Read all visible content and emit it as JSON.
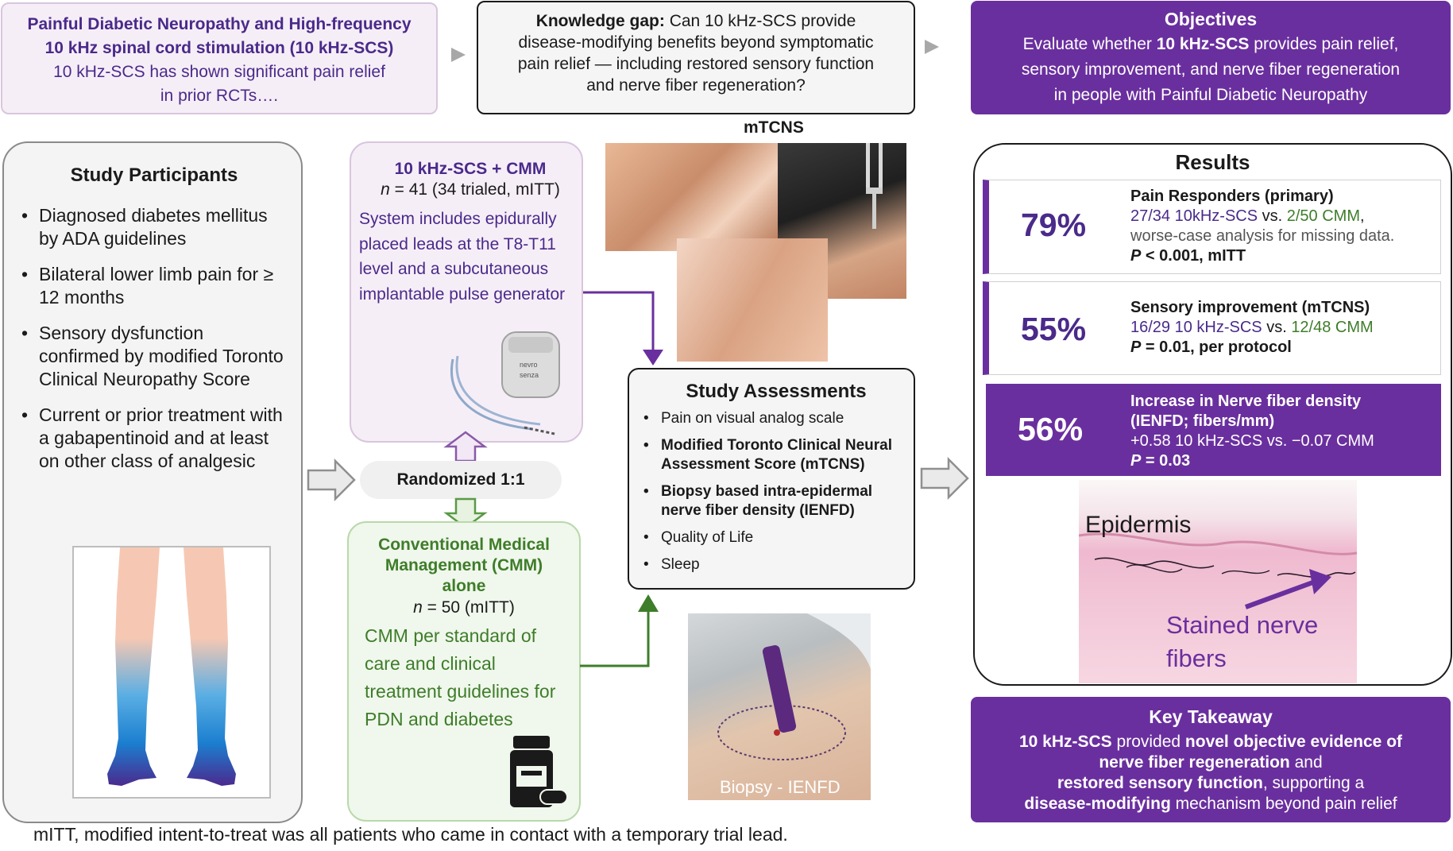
{
  "top": {
    "intro": {
      "title_line1": "Painful Diabetic Neuropathy and High-frequency",
      "title_line2": "10 kHz spinal cord stimulation (10 kHz-SCS)",
      "body_line1": "10 kHz-SCS has shown significant pain relief",
      "body_line2": "in prior RCTs…."
    },
    "gap": {
      "label": "Knowledge gap:",
      "line1": " Can 10 kHz-SCS provide",
      "line2": "disease-modifying benefits beyond symptomatic",
      "line3": "pain relief — including restored sensory function",
      "line4": "and nerve fiber regeneration?"
    },
    "objectives": {
      "title": "Objectives",
      "line1_pre": "Evaluate whether ",
      "line1_bold": "10 kHz-SCS",
      "line1_post": " provides pain relief,",
      "line2": "sensory improvement, and nerve fiber regeneration",
      "line3": "in people with Painful Diabetic Neuropathy"
    }
  },
  "participants": {
    "title": "Study Participants",
    "items": [
      "Diagnosed diabetes mellitus by ADA guidelines",
      "Bilateral lower limb pain for ≥ 12 months",
      "Sensory dysfunction confirmed by modified Toronto Clinical Neuropathy Score",
      "Current or prior treatment with a gabapentinoid and at least on other class of analgesic"
    ]
  },
  "arms": {
    "scs": {
      "title": "10 kHz-SCS + CMM",
      "n_label": "n",
      "n_text": " = 41 (34 trialed, mITT)",
      "desc": "System includes epidurally placed leads at the T8-T11 level and a subcutaneous implantable pulse generator",
      "device_brand": "nevro",
      "device_model": "senza"
    },
    "randomized": "Randomized 1:1",
    "cmm": {
      "title_line1": "Conventional Medical",
      "title_line2": "Management (CMM)",
      "title_line3": "alone",
      "n_label": "n",
      "n_text": " = 50 (mITT)",
      "desc": "CMM per standard of care and clinical treatment guidelines for PDN and diabetes"
    }
  },
  "mtcns_label": "mTCNS",
  "biopsy_label": "Biopsy - IENFD",
  "assessments": {
    "title": "Study Assessments",
    "items": [
      {
        "text": "Pain on visual analog scale",
        "bold": false
      },
      {
        "text": "Modified Toronto Clinical Neural Assessment Score (mTCNS)",
        "bold": true
      },
      {
        "text": "Biopsy based intra-epidermal nerve fiber density (IENFD)",
        "bold": true
      },
      {
        "text": "Quality of Life",
        "bold": false
      },
      {
        "text": "Sleep",
        "bold": false
      }
    ]
  },
  "results": {
    "title": "Results",
    "rows": [
      {
        "pct": "79%",
        "heading": "Pain Responders (primary)",
        "line2_a": "27/34 10kHz-SCS",
        "line2_vs": " vs. ",
        "line2_b": "2/50 CMM",
        "line2_end": ",",
        "line3": "worse-case analysis for missing data.",
        "p_label": "P",
        "p_text": " < 0.001, mITT"
      },
      {
        "pct": "55%",
        "heading": "Sensory improvement (mTCNS)",
        "line2_a": "16/29 10 kHz-SCS",
        "line2_vs": " vs. ",
        "line2_b": "12/48 CMM",
        "p_label": "P",
        "p_text_bold": " = 0.01",
        "p_text": ", per protocol"
      },
      {
        "pct": "56%",
        "heading_line1": "Increase in Nerve fiber density",
        "heading_line2": "(IENFD; fibers/mm)",
        "line2": "+0.58 10 kHz-SCS vs. −0.07 CMM",
        "p_label": "P",
        "p_text": " = 0.03"
      }
    ],
    "histology": {
      "epidermis": "Epidermis",
      "stained_line1": "Stained nerve",
      "stained_line2": "fibers"
    }
  },
  "takeaway": {
    "title": "Key Takeaway",
    "l1_bold_a": "10 kHz-SCS",
    "l1_mid": " provided ",
    "l1_bold_b": "novel objective evidence of",
    "l2_bold": "nerve fiber regeneration",
    "l2_end": " and",
    "l3_bold": "restored sensory function",
    "l3_end": ", supporting a",
    "l4_bold": "disease-modifying",
    "l4_end": " mechanism beyond pain relief"
  },
  "footnote": "mITT, modified intent-to-treat was all patients who came in contact with a temporary trial lead.",
  "colors": {
    "purple": "#6a2f9e",
    "purple_text": "#4a2a8a",
    "green": "#3e7d2a",
    "light_purple_bg": "#f6eef7",
    "light_green_bg": "#f0f7ec"
  }
}
